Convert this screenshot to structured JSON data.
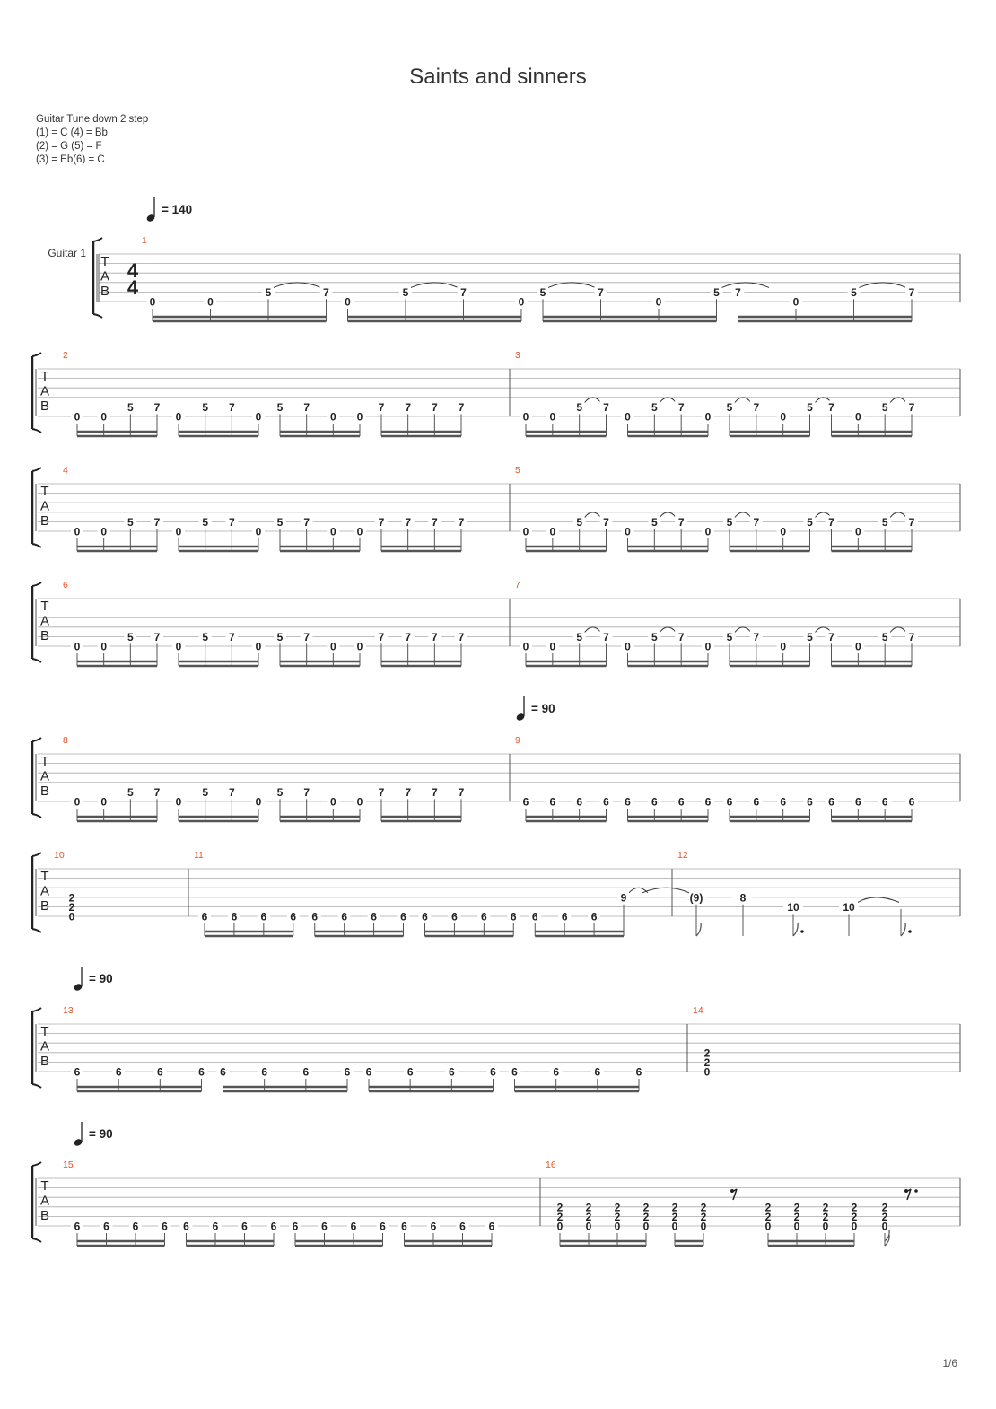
{
  "title": "Saints and sinners",
  "tuning": {
    "header": "Guitar Tune down 2 step",
    "lines": [
      "(1) = C (4) = Bb",
      "(2) = G (5) = F",
      "(3) = Eb(6) = C"
    ]
  },
  "instrument": "Guitar 1",
  "time_signature": [
    "4",
    "4"
  ],
  "page_number": "1/6",
  "tab_letters": [
    "T",
    "A",
    "B"
  ],
  "tempos": [
    {
      "system": 0,
      "bpm": "= 140"
    },
    {
      "system": 4,
      "bpm": "= 90"
    },
    {
      "system": 6,
      "bpm": "= 90"
    },
    {
      "system": 7,
      "bpm": "= 90"
    }
  ],
  "measures": [
    {
      "number": "1",
      "groups": [
        [
          {
            "f": "0",
            "s": 6
          },
          {
            "f": "0",
            "s": 6
          },
          {
            "f": "5",
            "s": 5,
            "tie": 1
          },
          {
            "f": "7",
            "s": 5
          }
        ],
        [
          {
            "f": "0",
            "s": 6
          },
          {
            "f": "5",
            "s": 5,
            "tie": 1
          },
          {
            "f": "7",
            "s": 5
          },
          {
            "f": "0",
            "s": 6
          }
        ],
        [
          {
            "f": "5",
            "s": 5,
            "tie": 1
          },
          {
            "f": "7",
            "s": 5
          },
          {
            "f": "0",
            "s": 6
          },
          {
            "f": "5",
            "s": 5,
            "tie": 1
          }
        ],
        [
          {
            "f": "7",
            "s": 5
          },
          {
            "f": "0",
            "s": 6
          },
          {
            "f": "5",
            "s": 5,
            "tie": 1
          },
          {
            "f": "7",
            "s": 5
          }
        ]
      ]
    },
    {
      "number": "2",
      "groups": [
        [
          {
            "f": "0",
            "s": 6
          },
          {
            "f": "0",
            "s": 6
          },
          {
            "f": "5",
            "s": 5
          },
          {
            "f": "7",
            "s": 5
          }
        ],
        [
          {
            "f": "0",
            "s": 6
          },
          {
            "f": "5",
            "s": 5
          },
          {
            "f": "7",
            "s": 5
          },
          {
            "f": "0",
            "s": 6
          }
        ],
        [
          {
            "f": "5",
            "s": 5
          },
          {
            "f": "7",
            "s": 5
          },
          {
            "f": "0",
            "s": 6
          },
          {
            "f": "0",
            "s": 6
          }
        ],
        [
          {
            "f": "7",
            "s": 5
          },
          {
            "f": "7",
            "s": 5
          },
          {
            "f": "7",
            "s": 5
          },
          {
            "f": "7",
            "s": 5
          }
        ]
      ]
    },
    {
      "number": "3",
      "groups": [
        [
          {
            "f": "0",
            "s": 6
          },
          {
            "f": "0",
            "s": 6
          },
          {
            "f": "5",
            "s": 5,
            "tie": 1
          },
          {
            "f": "7",
            "s": 5
          }
        ],
        [
          {
            "f": "0",
            "s": 6
          },
          {
            "f": "5",
            "s": 5,
            "tie": 1
          },
          {
            "f": "7",
            "s": 5
          },
          {
            "f": "0",
            "s": 6
          }
        ],
        [
          {
            "f": "5",
            "s": 5,
            "tie": 1
          },
          {
            "f": "7",
            "s": 5
          },
          {
            "f": "0",
            "s": 6
          },
          {
            "f": "5",
            "s": 5,
            "tie": 1
          }
        ],
        [
          {
            "f": "7",
            "s": 5
          },
          {
            "f": "0",
            "s": 6
          },
          {
            "f": "5",
            "s": 5,
            "tie": 1
          },
          {
            "f": "7",
            "s": 5
          }
        ]
      ]
    },
    {
      "number": "4",
      "groups": [
        [
          {
            "f": "0",
            "s": 6
          },
          {
            "f": "0",
            "s": 6
          },
          {
            "f": "5",
            "s": 5
          },
          {
            "f": "7",
            "s": 5
          }
        ],
        [
          {
            "f": "0",
            "s": 6
          },
          {
            "f": "5",
            "s": 5
          },
          {
            "f": "7",
            "s": 5
          },
          {
            "f": "0",
            "s": 6
          }
        ],
        [
          {
            "f": "5",
            "s": 5
          },
          {
            "f": "7",
            "s": 5
          },
          {
            "f": "0",
            "s": 6
          },
          {
            "f": "0",
            "s": 6
          }
        ],
        [
          {
            "f": "7",
            "s": 5
          },
          {
            "f": "7",
            "s": 5
          },
          {
            "f": "7",
            "s": 5
          },
          {
            "f": "7",
            "s": 5
          }
        ]
      ]
    },
    {
      "number": "5",
      "groups": [
        [
          {
            "f": "0",
            "s": 6
          },
          {
            "f": "0",
            "s": 6
          },
          {
            "f": "5",
            "s": 5,
            "tie": 1
          },
          {
            "f": "7",
            "s": 5
          }
        ],
        [
          {
            "f": "0",
            "s": 6
          },
          {
            "f": "5",
            "s": 5,
            "tie": 1
          },
          {
            "f": "7",
            "s": 5
          },
          {
            "f": "0",
            "s": 6
          }
        ],
        [
          {
            "f": "5",
            "s": 5,
            "tie": 1
          },
          {
            "f": "7",
            "s": 5
          },
          {
            "f": "0",
            "s": 6
          },
          {
            "f": "5",
            "s": 5,
            "tie": 1
          }
        ],
        [
          {
            "f": "7",
            "s": 5
          },
          {
            "f": "0",
            "s": 6
          },
          {
            "f": "5",
            "s": 5,
            "tie": 1
          },
          {
            "f": "7",
            "s": 5
          }
        ]
      ]
    },
    {
      "number": "6",
      "groups": [
        [
          {
            "f": "0",
            "s": 6
          },
          {
            "f": "0",
            "s": 6
          },
          {
            "f": "5",
            "s": 5
          },
          {
            "f": "7",
            "s": 5
          }
        ],
        [
          {
            "f": "0",
            "s": 6
          },
          {
            "f": "5",
            "s": 5
          },
          {
            "f": "7",
            "s": 5
          },
          {
            "f": "0",
            "s": 6
          }
        ],
        [
          {
            "f": "5",
            "s": 5
          },
          {
            "f": "7",
            "s": 5
          },
          {
            "f": "0",
            "s": 6
          },
          {
            "f": "0",
            "s": 6
          }
        ],
        [
          {
            "f": "7",
            "s": 5
          },
          {
            "f": "7",
            "s": 5
          },
          {
            "f": "7",
            "s": 5
          },
          {
            "f": "7",
            "s": 5
          }
        ]
      ]
    },
    {
      "number": "7",
      "groups": [
        [
          {
            "f": "0",
            "s": 6
          },
          {
            "f": "0",
            "s": 6
          },
          {
            "f": "5",
            "s": 5,
            "tie": 1
          },
          {
            "f": "7",
            "s": 5
          }
        ],
        [
          {
            "f": "0",
            "s": 6
          },
          {
            "f": "5",
            "s": 5,
            "tie": 1
          },
          {
            "f": "7",
            "s": 5
          },
          {
            "f": "0",
            "s": 6
          }
        ],
        [
          {
            "f": "5",
            "s": 5,
            "tie": 1
          },
          {
            "f": "7",
            "s": 5
          },
          {
            "f": "0",
            "s": 6
          },
          {
            "f": "5",
            "s": 5,
            "tie": 1
          }
        ],
        [
          {
            "f": "7",
            "s": 5
          },
          {
            "f": "0",
            "s": 6
          },
          {
            "f": "5",
            "s": 5,
            "tie": 1
          },
          {
            "f": "7",
            "s": 5
          }
        ]
      ]
    },
    {
      "number": "8",
      "groups": [
        [
          {
            "f": "0",
            "s": 6
          },
          {
            "f": "0",
            "s": 6
          },
          {
            "f": "5",
            "s": 5
          },
          {
            "f": "7",
            "s": 5
          }
        ],
        [
          {
            "f": "0",
            "s": 6
          },
          {
            "f": "5",
            "s": 5
          },
          {
            "f": "7",
            "s": 5
          },
          {
            "f": "0",
            "s": 6
          }
        ],
        [
          {
            "f": "5",
            "s": 5
          },
          {
            "f": "7",
            "s": 5
          },
          {
            "f": "0",
            "s": 6
          },
          {
            "f": "0",
            "s": 6
          }
        ],
        [
          {
            "f": "7",
            "s": 5
          },
          {
            "f": "7",
            "s": 5
          },
          {
            "f": "7",
            "s": 5
          },
          {
            "f": "7",
            "s": 5
          }
        ]
      ]
    },
    {
      "number": "9",
      "groups": [
        [
          {
            "f": "6",
            "s": 6
          },
          {
            "f": "6",
            "s": 6
          },
          {
            "f": "6",
            "s": 6
          },
          {
            "f": "6",
            "s": 6
          }
        ],
        [
          {
            "f": "6",
            "s": 6
          },
          {
            "f": "6",
            "s": 6
          },
          {
            "f": "6",
            "s": 6
          },
          {
            "f": "6",
            "s": 6
          }
        ],
        [
          {
            "f": "6",
            "s": 6
          },
          {
            "f": "6",
            "s": 6
          },
          {
            "f": "6",
            "s": 6
          },
          {
            "f": "6",
            "s": 6
          }
        ],
        [
          {
            "f": "6",
            "s": 6
          },
          {
            "f": "6",
            "s": 6
          },
          {
            "f": "6",
            "s": 6
          },
          {
            "f": "6",
            "s": 6
          }
        ]
      ]
    },
    {
      "number": "10",
      "chord": [
        "2",
        "2",
        "0"
      ]
    },
    {
      "number": "11",
      "groups": [
        [
          {
            "f": "6",
            "s": 6
          },
          {
            "f": "6",
            "s": 6
          },
          {
            "f": "6",
            "s": 6
          },
          {
            "f": "6",
            "s": 6
          }
        ],
        [
          {
            "f": "6",
            "s": 6
          },
          {
            "f": "6",
            "s": 6
          },
          {
            "f": "6",
            "s": 6
          },
          {
            "f": "6",
            "s": 6
          }
        ],
        [
          {
            "f": "6",
            "s": 6
          },
          {
            "f": "6",
            "s": 6
          },
          {
            "f": "6",
            "s": 6
          },
          {
            "f": "6",
            "s": 6
          }
        ],
        [
          {
            "f": "6",
            "s": 6
          },
          {
            "f": "6",
            "s": 6
          },
          {
            "f": "6",
            "s": 6
          },
          {
            "f": "9",
            "s": 4,
            "tie": 1
          }
        ]
      ]
    },
    {
      "number": "12",
      "notes": [
        {
          "f": "(9)",
          "s": 4,
          "stem": "flag"
        },
        {
          "f": "8",
          "s": 4,
          "stem": "plain"
        },
        {
          "f": "10",
          "s": 5,
          "stem": "flagdot"
        },
        {
          "f": "10",
          "s": 5,
          "stem": "plain",
          "tie": 1
        },
        {
          "f": "",
          "s": 5,
          "stem": "flagdot"
        }
      ]
    },
    {
      "number": "13",
      "groups": [
        [
          {
            "f": "6",
            "s": 6
          },
          {
            "f": "6",
            "s": 6
          },
          {
            "f": "6",
            "s": 6
          },
          {
            "f": "6",
            "s": 6
          }
        ],
        [
          {
            "f": "6",
            "s": 6
          },
          {
            "f": "6",
            "s": 6
          },
          {
            "f": "6",
            "s": 6
          },
          {
            "f": "6",
            "s": 6
          }
        ],
        [
          {
            "f": "6",
            "s": 6
          },
          {
            "f": "6",
            "s": 6
          },
          {
            "f": "6",
            "s": 6
          },
          {
            "f": "6",
            "s": 6
          }
        ],
        [
          {
            "f": "6",
            "s": 6
          },
          {
            "f": "6",
            "s": 6
          },
          {
            "f": "6",
            "s": 6
          },
          {
            "f": "6",
            "s": 6
          }
        ]
      ]
    },
    {
      "number": "14",
      "chord": [
        "2",
        "2",
        "0"
      ]
    },
    {
      "number": "15",
      "groups": [
        [
          {
            "f": "6",
            "s": 6
          },
          {
            "f": "6",
            "s": 6
          },
          {
            "f": "6",
            "s": 6
          },
          {
            "f": "6",
            "s": 6
          }
        ],
        [
          {
            "f": "6",
            "s": 6
          },
          {
            "f": "6",
            "s": 6
          },
          {
            "f": "6",
            "s": 6
          },
          {
            "f": "6",
            "s": 6
          }
        ],
        [
          {
            "f": "6",
            "s": 6
          },
          {
            "f": "6",
            "s": 6
          },
          {
            "f": "6",
            "s": 6
          },
          {
            "f": "6",
            "s": 6
          }
        ],
        [
          {
            "f": "6",
            "s": 6
          },
          {
            "f": "6",
            "s": 6
          },
          {
            "f": "6",
            "s": 6
          },
          {
            "f": "6",
            "s": 6
          }
        ]
      ]
    },
    {
      "number": "16",
      "chords": [
        {
          "notes": [
            "2",
            "2",
            "0"
          ]
        },
        {
          "notes": [
            "2",
            "2",
            "0"
          ]
        },
        {
          "notes": [
            "2",
            "2",
            "0"
          ]
        },
        {
          "notes": [
            "2",
            "2",
            "0"
          ]
        },
        {
          "notes": [
            "2",
            "2",
            "0"
          ]
        },
        {
          "notes": [
            "2",
            "2",
            "0"
          ]
        },
        {
          "rest": "eighth"
        },
        {
          "notes": [
            "2",
            "2",
            "0"
          ]
        },
        {
          "notes": [
            "2",
            "2",
            "0"
          ]
        },
        {
          "notes": [
            "2",
            "2",
            "0"
          ]
        },
        {
          "notes": [
            "2",
            "2",
            "0"
          ]
        },
        {
          "notes": [
            "2",
            "2",
            "0"
          ],
          "stem": "sixteenth"
        },
        {
          "rest": "dotted-eighth"
        }
      ]
    }
  ]
}
